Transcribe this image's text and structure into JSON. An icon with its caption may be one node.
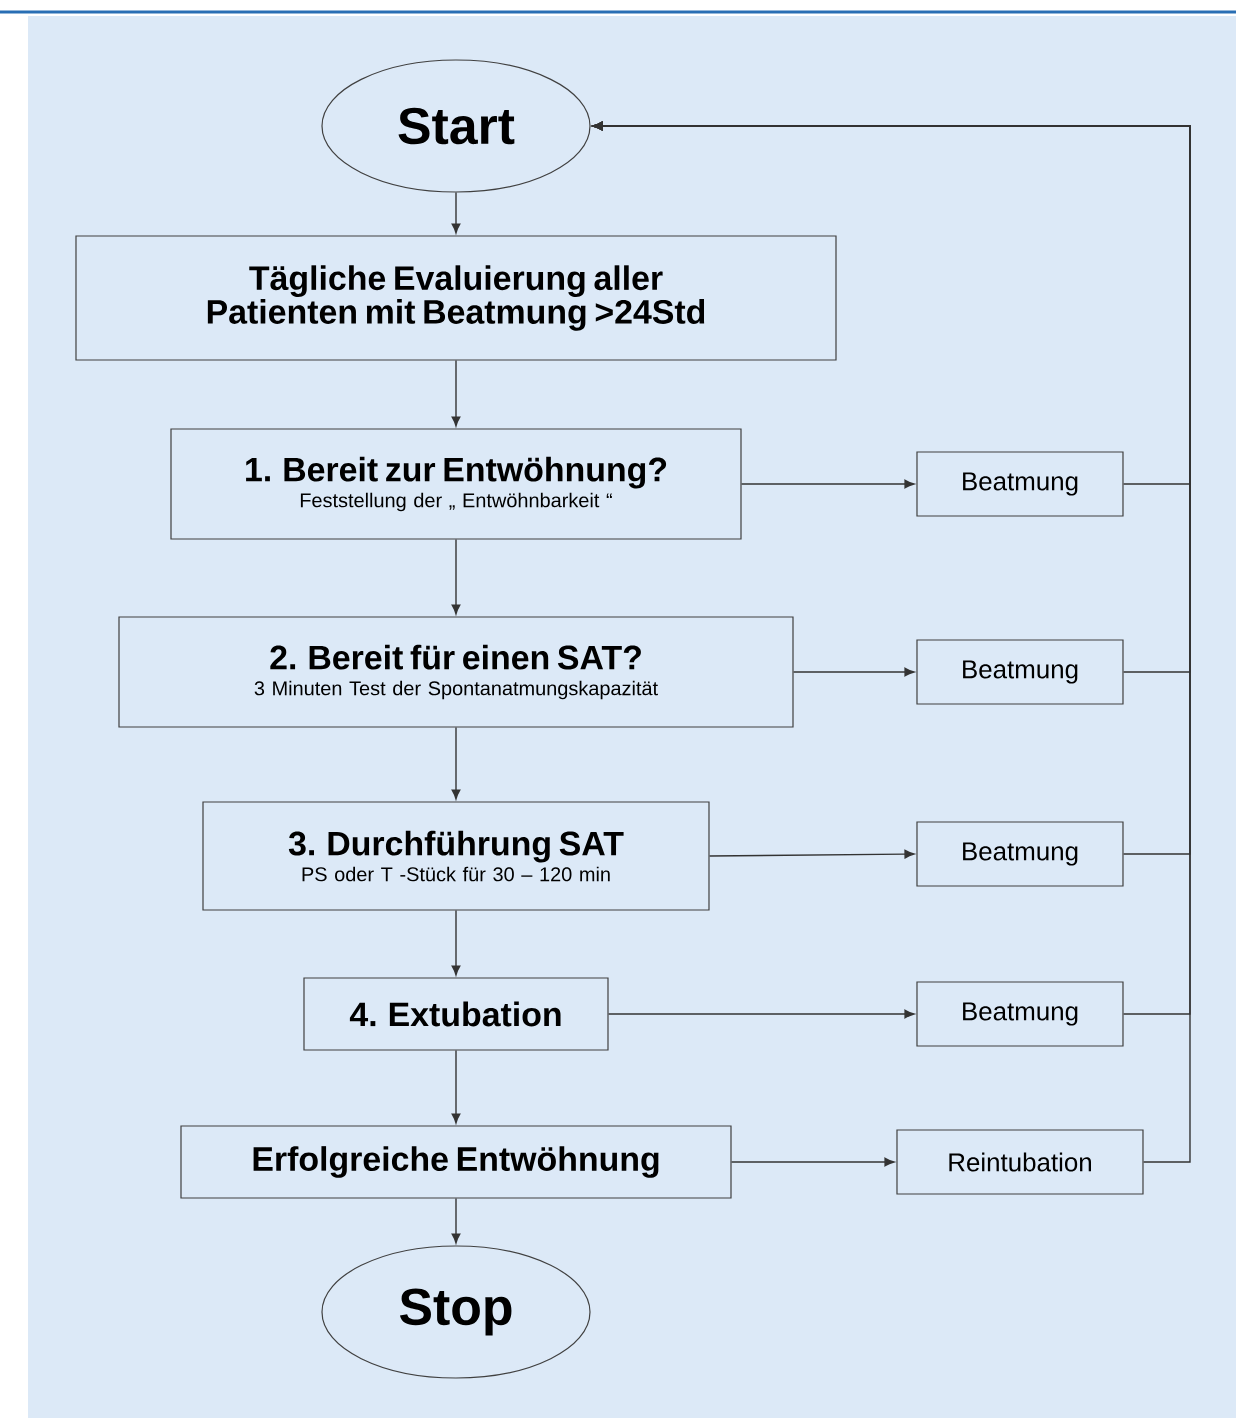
{
  "diagram": {
    "nodes": [
      {
        "text": [
          "Start"
        ]
      },
      {
        "text": [
          "Tägliche Evaluierung aller Patienten mit Beatmung >24Std"
        ]
      },
      {
        "text": [
          "1. Bereit zur Entwöhnung?",
          "Feststellung der „ Entwöhnbarkeit “"
        ]
      },
      {
        "text": [
          "Beatmung"
        ]
      },
      {
        "text": [
          "2. Bereit für einen SAT?",
          "3 Minuten Test der Spontanatmungskapazität"
        ]
      },
      {
        "text": [
          "Beatmung"
        ]
      },
      {
        "text": [
          "3. Durchführung SAT",
          "PS oder T -Stück für 30 – 120 min"
        ]
      },
      {
        "text": [
          "Beatmung"
        ]
      },
      {
        "text": [
          "4. Extubation"
        ]
      },
      {
        "text": [
          "Beatmung"
        ]
      },
      {
        "text": [
          "Erfolgreiche Entwöhnung"
        ]
      },
      {
        "text": [
          "Reintubation"
        ]
      },
      {
        "text": [
          "Stop"
        ]
      }
    ],
    "edges": [
      {
        "from": 0,
        "to": 1,
        "arrow": "to"
      },
      {
        "from": 1,
        "to": 2,
        "arrow": "to"
      },
      {
        "from": 2,
        "to": 4,
        "arrow": "to"
      },
      {
        "from": 4,
        "to": 6,
        "arrow": "to"
      },
      {
        "from": 6,
        "to": 8,
        "arrow": "to"
      },
      {
        "from": 8,
        "to": 10,
        "arrow": "to"
      },
      {
        "from": 10,
        "to": 12,
        "arrow": "to"
      },
      {
        "from": 2,
        "to": 3,
        "arrow": "to"
      },
      {
        "from": 4,
        "to": 5,
        "arrow": "to"
      },
      {
        "from": 6,
        "to": 7,
        "arrow": "to"
      },
      {
        "from": 8,
        "to": 9,
        "arrow": "to"
      },
      {
        "from": 10,
        "to": 11,
        "arrow": "to"
      },
      {
        "from": 3,
        "to": 0,
        "arrow": "to"
      },
      {
        "from": 5,
        "to": 0,
        "arrow": "to"
      },
      {
        "from": 7,
        "to": 0,
        "arrow": "to"
      },
      {
        "from": 9,
        "to": 0,
        "arrow": "to"
      },
      {
        "from": 11,
        "to": 0,
        "arrow": "to"
      }
    ]
  }
}
